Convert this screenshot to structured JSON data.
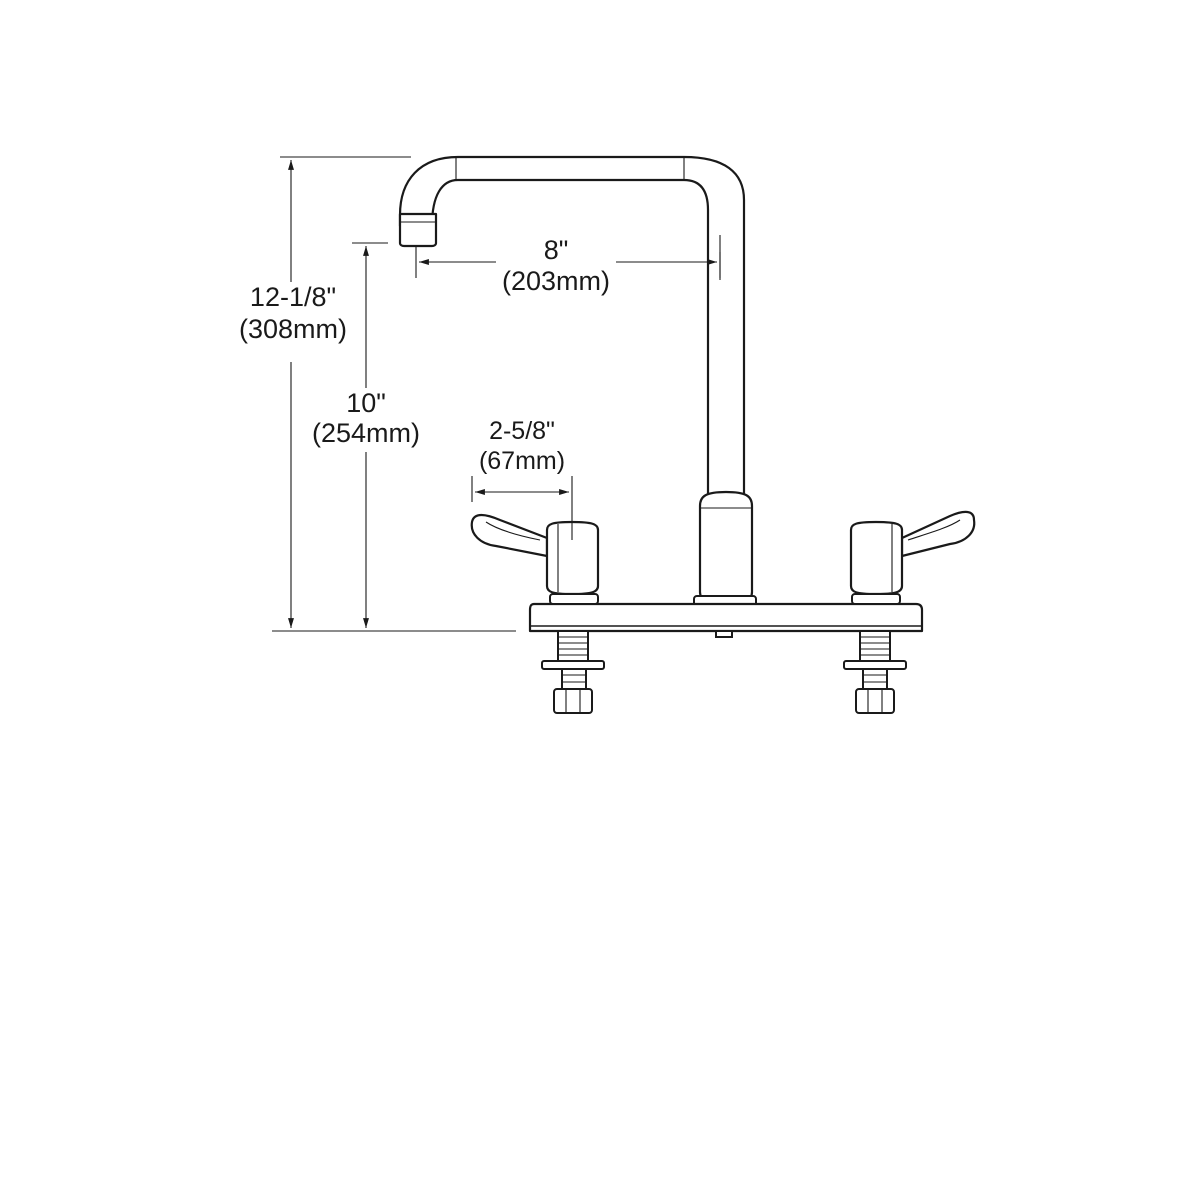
{
  "dimensions": {
    "overall_height": {
      "imperial": "12-1/8\"",
      "metric": "(308mm)"
    },
    "spout_height": {
      "imperial": "10\"",
      "metric": "(254mm)"
    },
    "spout_reach": {
      "imperial": "8\"",
      "metric": "(203mm)"
    },
    "handle_reach": {
      "imperial": "2-5/8\"",
      "metric": "(67mm)"
    }
  },
  "colors": {
    "line": "#1a1a1a",
    "background": "#ffffff"
  }
}
